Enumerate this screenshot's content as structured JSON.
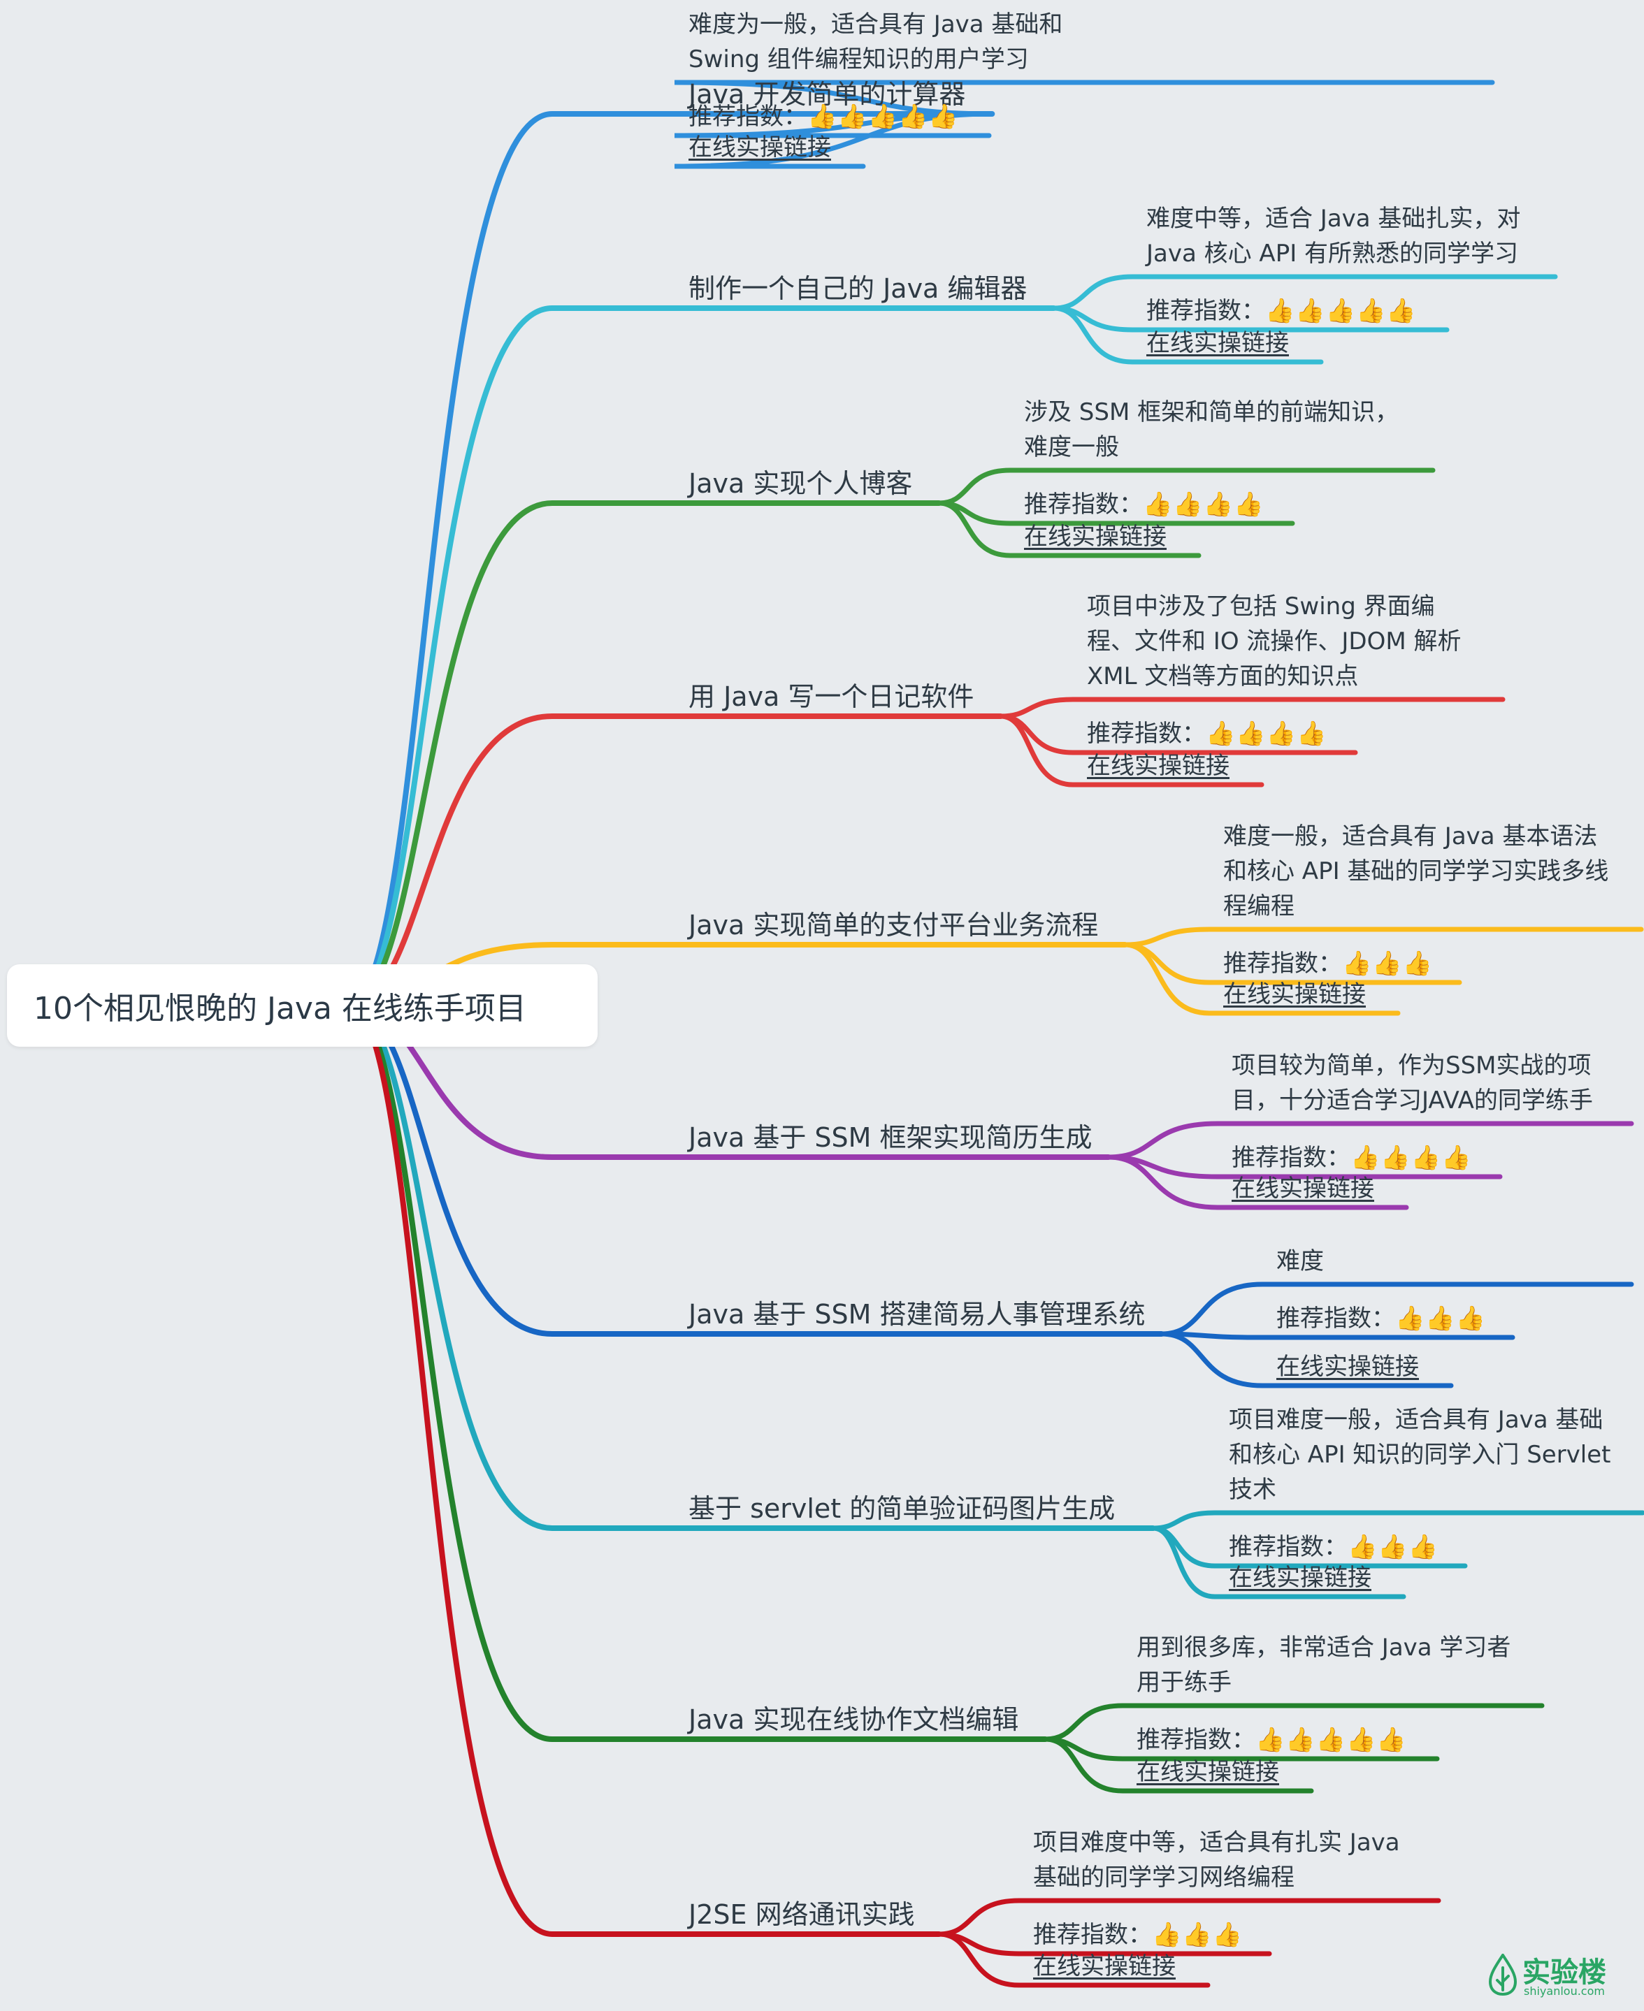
{
  "root": {
    "title": "10个相见恨晚的 Java 在线练手项目"
  },
  "recommend_prefix": "推荐指数：",
  "link_text": "在线实操链接",
  "branches": [
    {
      "title": "Java 开发简单的计算器",
      "color": "#2f8fdc",
      "desc": [
        "难度为一般，适合具有 Java 基础和",
        "Swing 组件编程知识的用户学习"
      ],
      "rating_icons": "👍👍👍👍👍",
      "rating": 5
    },
    {
      "title": "制作一个自己的 Java 编辑器",
      "color": "#36bcd4",
      "desc": [
        "难度中等，适合 Java 基础扎实，对",
        "Java 核心 API 有所熟悉的同学学习"
      ],
      "rating_icons": "👍👍👍👍👍",
      "rating": 5
    },
    {
      "title": "Java 实现个人博客",
      "color": "#3c9a3c",
      "desc": [
        "涉及 SSM 框架和简单的前端知识，",
        "难度一般"
      ],
      "rating_icons": "👍👍👍👍",
      "rating": 4
    },
    {
      "title": "用 Java 写一个日记软件",
      "color": "#e03a3a",
      "desc": [
        "项目中涉及了包括 Swing 界面编",
        "程、文件和 IO 流操作、JDOM 解析",
        "XML 文档等方面的知识点"
      ],
      "rating_icons": "👍👍👍👍",
      "rating": 4
    },
    {
      "title": "Java 实现简单的支付平台业务流程",
      "color": "#fbbb1c",
      "desc": [
        "难度一般，适合具有 Java 基本语法",
        "和核心 API 基础的同学学习实践多线",
        "程编程"
      ],
      "rating_icons": "👍👍👍",
      "rating": 3
    },
    {
      "title": "Java 基于 SSM 框架实现简历生成",
      "color": "#9a3aae",
      "desc": [
        "项目较为简单，作为SSM实战的项",
        "目，十分适合学习JAVA的同学练手"
      ],
      "rating_icons": "👍👍👍👍",
      "rating": 4
    },
    {
      "title": "Java 基于 SSM 搭建简易人事管理系统",
      "color": "#1766c4",
      "desc": [
        "难度"
      ],
      "rating_icons": "👍👍👍",
      "rating": 3
    },
    {
      "title": "基于 servlet 的简单验证码图片生成",
      "color": "#21a8bd",
      "desc": [
        "项目难度一般，适合具有 Java 基础",
        "和核心 API 知识的同学入门 Servlet",
        "技术"
      ],
      "rating_icons": "👍👍👍",
      "rating": 3
    },
    {
      "title": "Java 实现在线协作文档编辑",
      "color": "#23822c",
      "desc": [
        "用到很多库，非常适合 Java 学习者",
        "用于练手"
      ],
      "rating_icons": "👍👍👍👍👍",
      "rating": 5
    },
    {
      "title": "J2SE 网络通讯实践",
      "color": "#c7121e",
      "desc": [
        "项目难度中等，适合具有扎实 Java",
        "基础的同学学习网络编程"
      ],
      "rating_icons": "👍👍👍",
      "rating": 3
    }
  ],
  "logo": {
    "name": "实验楼",
    "sub": "shiyanlou.com",
    "color": "#29a564"
  }
}
